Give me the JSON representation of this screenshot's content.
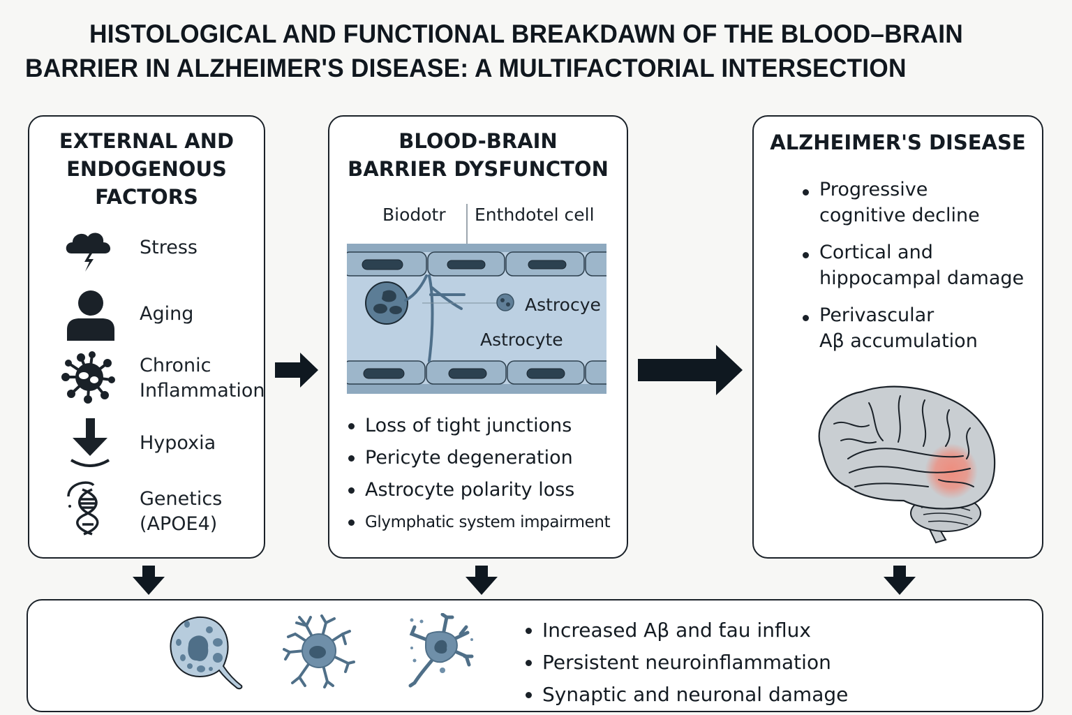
{
  "title": {
    "line1": "HISTOLOGICAL AND FUNCTIONAL BREAKDAWN OF THE BLOOD–BRAIN",
    "line2": "BARRIER IN ALZHEIMER'S DISEASE: A MULTIFACTORIAL INTERSECTION"
  },
  "factors_panel": {
    "title_lines": [
      "EXTERNAL AND",
      "ENDOGENOUS",
      "FACTORS"
    ],
    "items": [
      {
        "icon": "storm-cloud-icon",
        "label_lines": [
          "Stress"
        ]
      },
      {
        "icon": "person-icon",
        "label_lines": [
          "Aging"
        ]
      },
      {
        "icon": "inflammation-cell-icon",
        "label_lines": [
          "Chronic",
          "Inflammation"
        ]
      },
      {
        "icon": "down-arrow-hypoxia-icon",
        "label_lines": [
          "Hypoxia"
        ]
      },
      {
        "icon": "dna-helix-icon",
        "label_lines": [
          "Genetics",
          "(APOE4)"
        ]
      }
    ]
  },
  "bbb_panel": {
    "title_lines": [
      "BLOOD-BRAIN",
      "BARRIER DYSFUNCTON"
    ],
    "diagram_labels": {
      "left_top": "Biodotr",
      "right_top": "Enthdotel cell",
      "astrocyte_a": "Astrocye",
      "astrocyte_b": "Astrocyte"
    },
    "bullets": [
      "Loss of tight junctions",
      "Pericyte degeneration",
      "Astrocyte polarity loss",
      "Glymphatic system impairment"
    ]
  },
  "ad_panel": {
    "title": "ALZHEIMER'S DISEASE",
    "bullets": [
      {
        "lines": [
          "Progressive",
          "cognitive decline"
        ]
      },
      {
        "lines": [
          "Cortical and",
          "hippocampal damage"
        ]
      },
      {
        "lines": [
          "Perivascular",
          "Aβ accumulation"
        ]
      }
    ],
    "highlight_color": "#f08a7a"
  },
  "outcome_panel": {
    "icons": [
      "damaged-cell-icon",
      "neuron-icon",
      "fragmented-astrocyte-icon"
    ],
    "bullets": [
      "Increased Aβ and ƭau influx",
      "Persistent neuroinflammation",
      "Synaptic and neuronal damage"
    ]
  },
  "colors": {
    "ink": "#141b22",
    "vessel_light": "#bcd0e2",
    "vessel_cell": "#8ea9bf",
    "nucleus": "#2c4150",
    "cell_fill": "#6f8fa9",
    "brain_fill": "#c9ced2"
  }
}
